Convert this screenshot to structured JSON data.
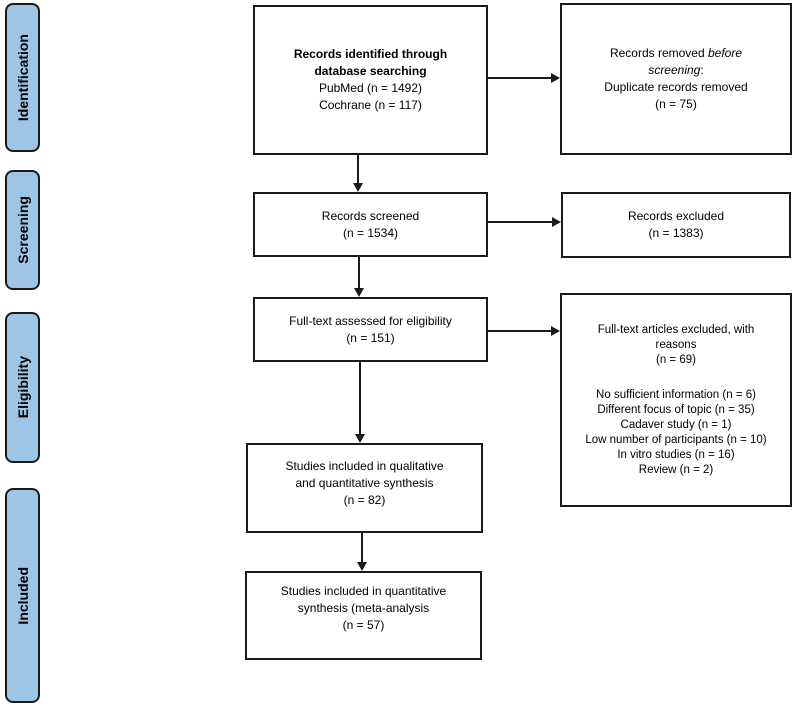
{
  "colors": {
    "stage_fill": "#9EC4E6",
    "box_border": "#1a1a1a",
    "background": "#FFFFFF"
  },
  "stages": [
    "Identification",
    "Screening",
    "Eligibility",
    "Included"
  ],
  "boxes": {
    "identified": {
      "title1": "Records identified through",
      "title2": "database searching",
      "sub1": "PubMed (n = 1492)",
      "sub2": "Cochrane (n = 117)"
    },
    "screened": {
      "line1": "Records screened",
      "line2": "(n = 1534)"
    },
    "fulltext": {
      "line1": "Full-text assessed for eligibility",
      "line2": "(n = 151)"
    },
    "qualitative": {
      "line1": "Studies included in qualitative",
      "line2": "and quantitative synthesis",
      "line3": "(n = 82)"
    },
    "quantitative": {
      "line1": "Studies included in quantitative",
      "line2": "synthesis (meta-analysis",
      "line3": "(n = 57)"
    },
    "removed": {
      "l1a": "Records removed ",
      "l1b": "before",
      "l2a": "screening",
      "l2b": ":",
      "line3": "Duplicate records removed",
      "line4": "(n = 75)"
    },
    "excluded": {
      "line1": "Records excluded",
      "line2": "(n = 1383)"
    },
    "fulltext_excluded": {
      "title1": "Full-text articles excluded, with",
      "title2": "reasons",
      "title3": "(n = 69)",
      "reasons": [
        "No sufficient information (n = 6)",
        "Different focus of topic (n = 35)",
        "Cadaver study (n = 1)",
        "Low number of participants (n = 10)",
        "In vitro studies (n = 16)",
        "Review (n = 2)"
      ]
    }
  }
}
